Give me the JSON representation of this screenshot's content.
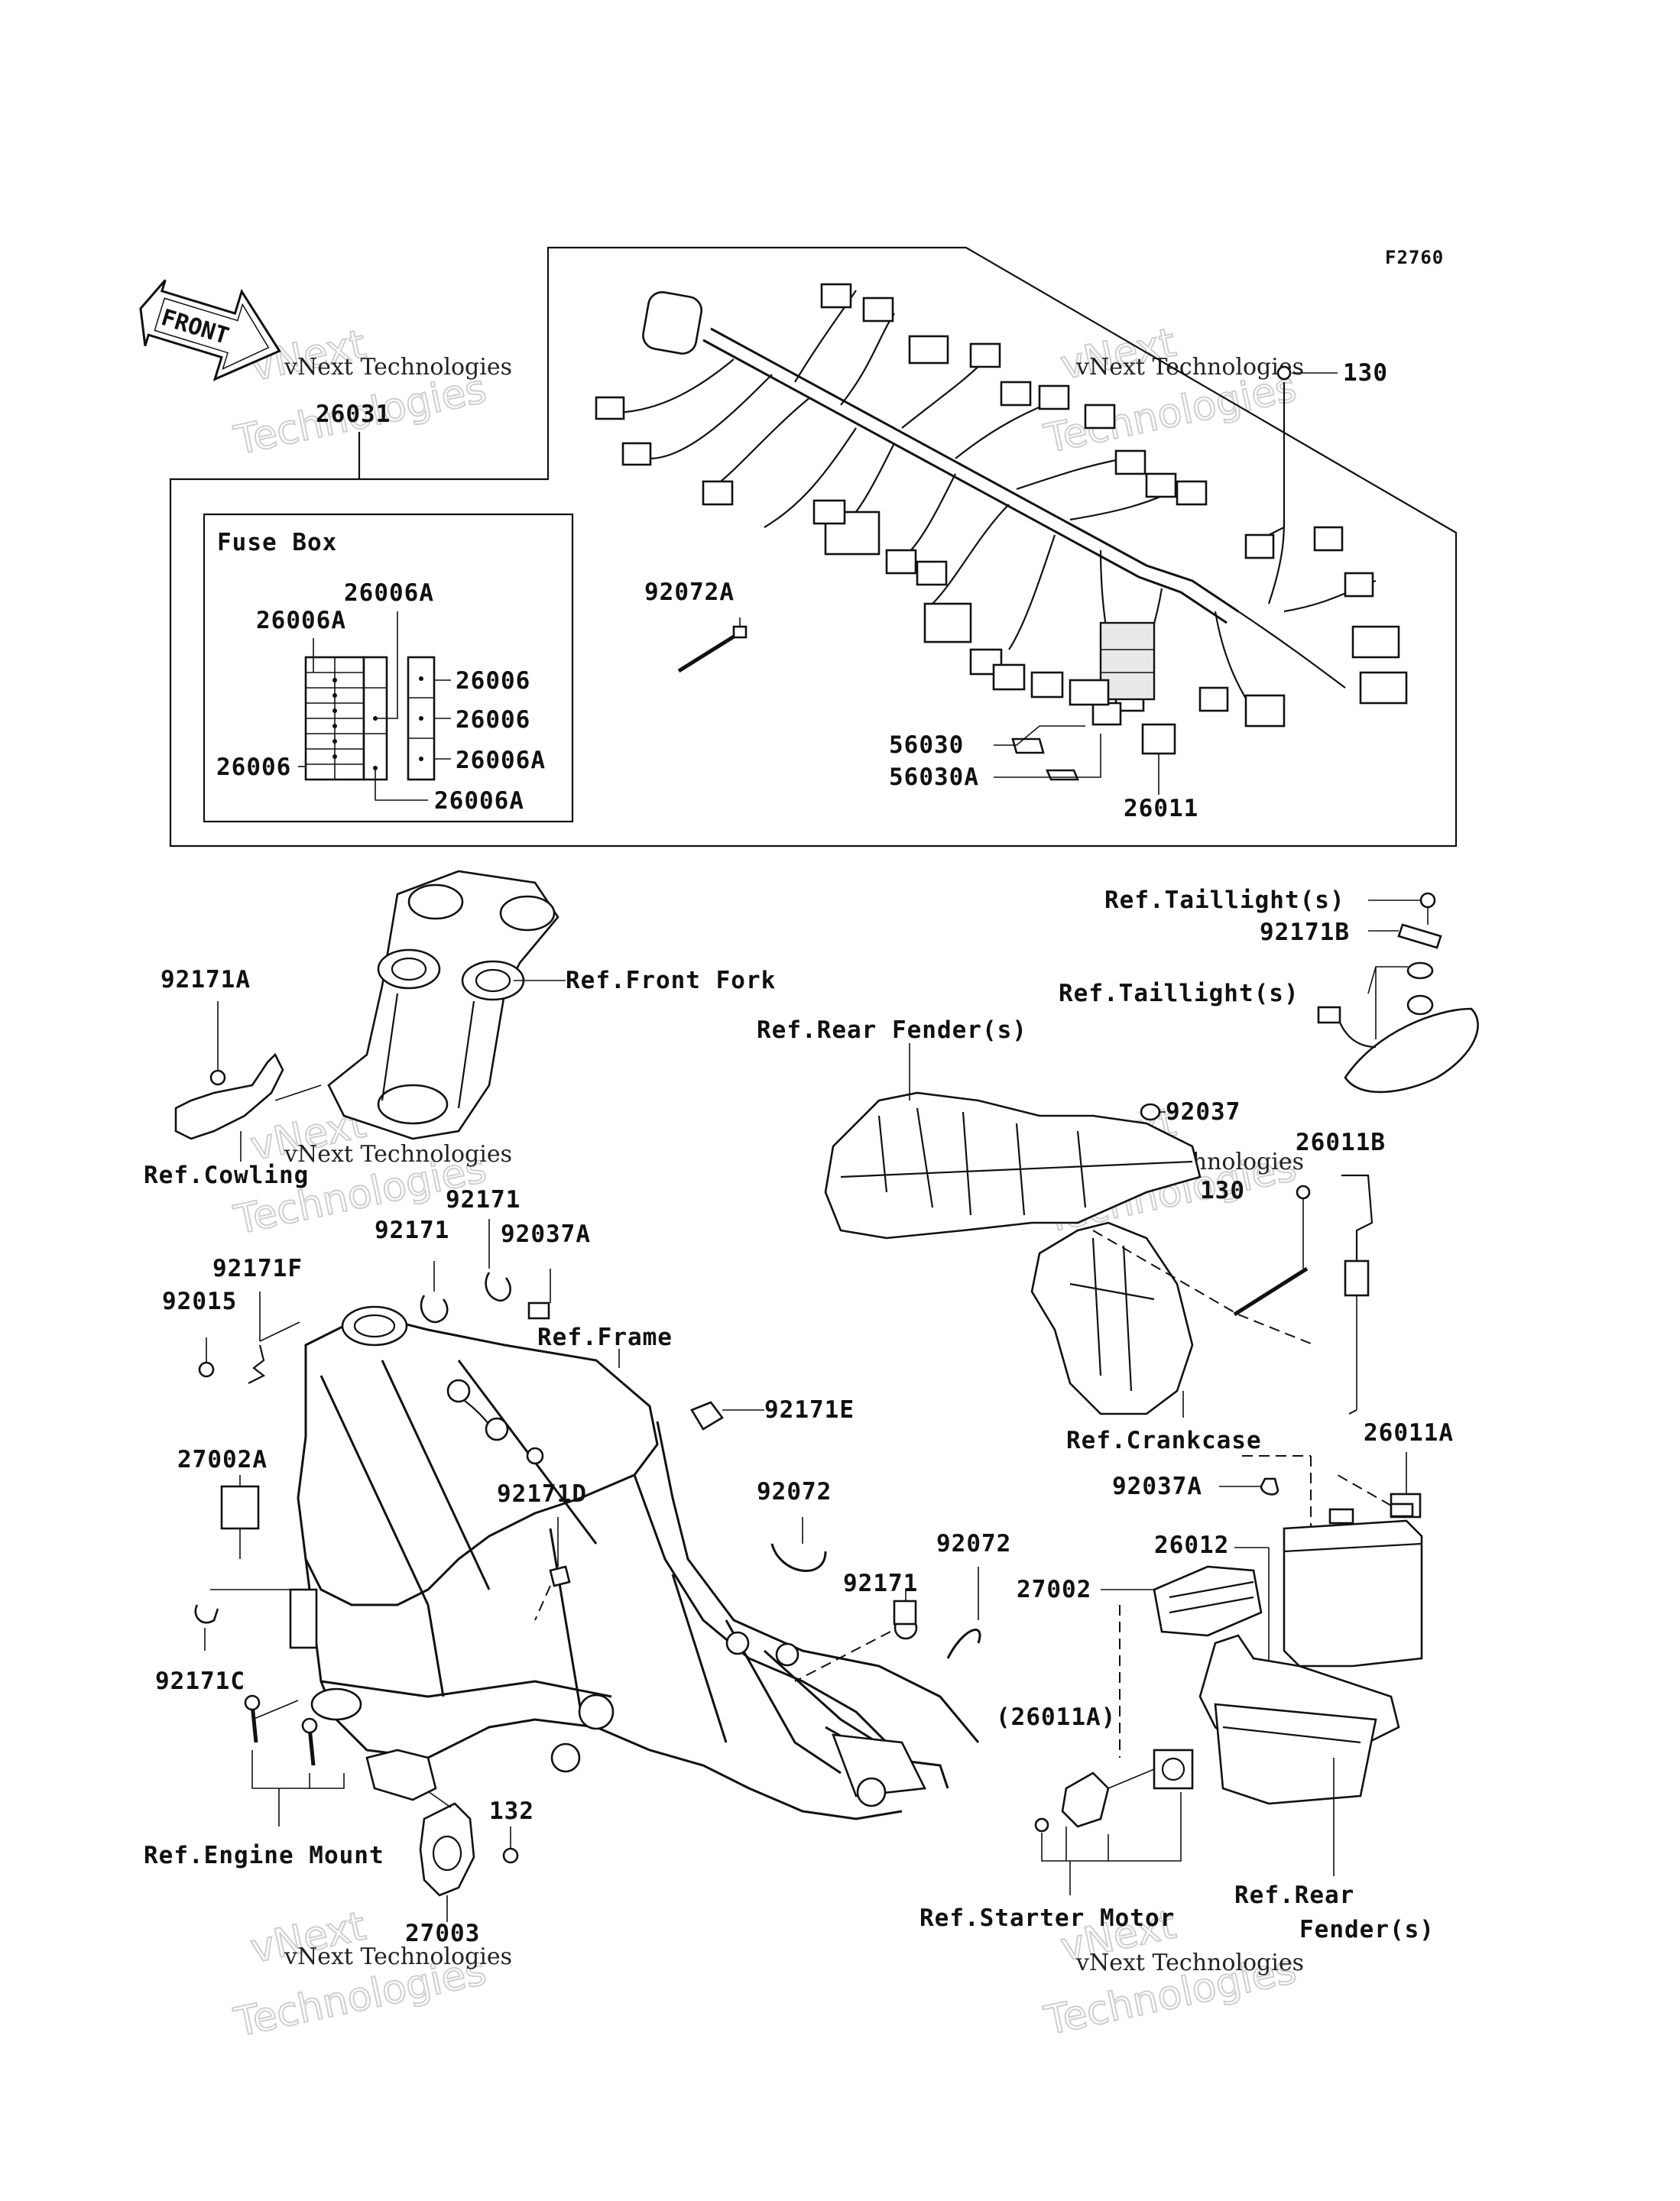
{
  "figure_code": "F2760",
  "front_arrow": "FRONT",
  "fuse_box_title": "Fuse Box",
  "watermark": {
    "big": "vNext Technologies",
    "small": "vNext Technologies",
    "big_line1": "vNext",
    "big_line2": "Technologies"
  },
  "parts": {
    "p130_top": "130",
    "p26031": "26031",
    "p92072A": "92072A",
    "p56030": "56030",
    "p56030A": "56030A",
    "p26011": "26011",
    "p26006A_top": "26006A",
    "p26006A_left": "26006A",
    "p26006_r1": "26006",
    "p26006_r2": "26006",
    "p26006A_r3": "26006A",
    "p26006_left": "26006",
    "p26006A_bot": "26006A",
    "ref_taillight_1": "Ref.Taillight(s)",
    "p92171B": "92171B",
    "ref_taillight_2": "Ref.Taillight(s)",
    "p92171A": "92171A",
    "ref_front_fork": "Ref.Front Fork",
    "ref_rear_fender_top": "Ref.Rear Fender(s)",
    "p92037": "92037",
    "ref_cowling": "Ref.Cowling",
    "p26011B": "26011B",
    "p130_mid": "130",
    "p92171_a": "92171",
    "p92171_b": "92171",
    "p92037A_top": "92037A",
    "p92171F": "92171F",
    "p92015": "92015",
    "ref_frame": "Ref.Frame",
    "p92171E": "92171E",
    "ref_crankcase": "Ref.Crankcase",
    "p26011A": "26011A",
    "p27002A": "27002A",
    "p92072_a": "92072",
    "p92037A_mid": "92037A",
    "p92171D": "92171D",
    "p92072_b": "92072",
    "p26012": "26012",
    "p92171_c": "92171",
    "p27002": "27002",
    "p92171C": "92171C",
    "p26011A_paren": "(26011A)",
    "p132": "132",
    "ref_engine_mount": "Ref.Engine Mount",
    "ref_starter_motor": "Ref.Starter Motor",
    "ref_rear_fender_bot_1": "Ref.Rear",
    "ref_rear_fender_bot_2": "Fender(s)",
    "p27003": "27003"
  }
}
